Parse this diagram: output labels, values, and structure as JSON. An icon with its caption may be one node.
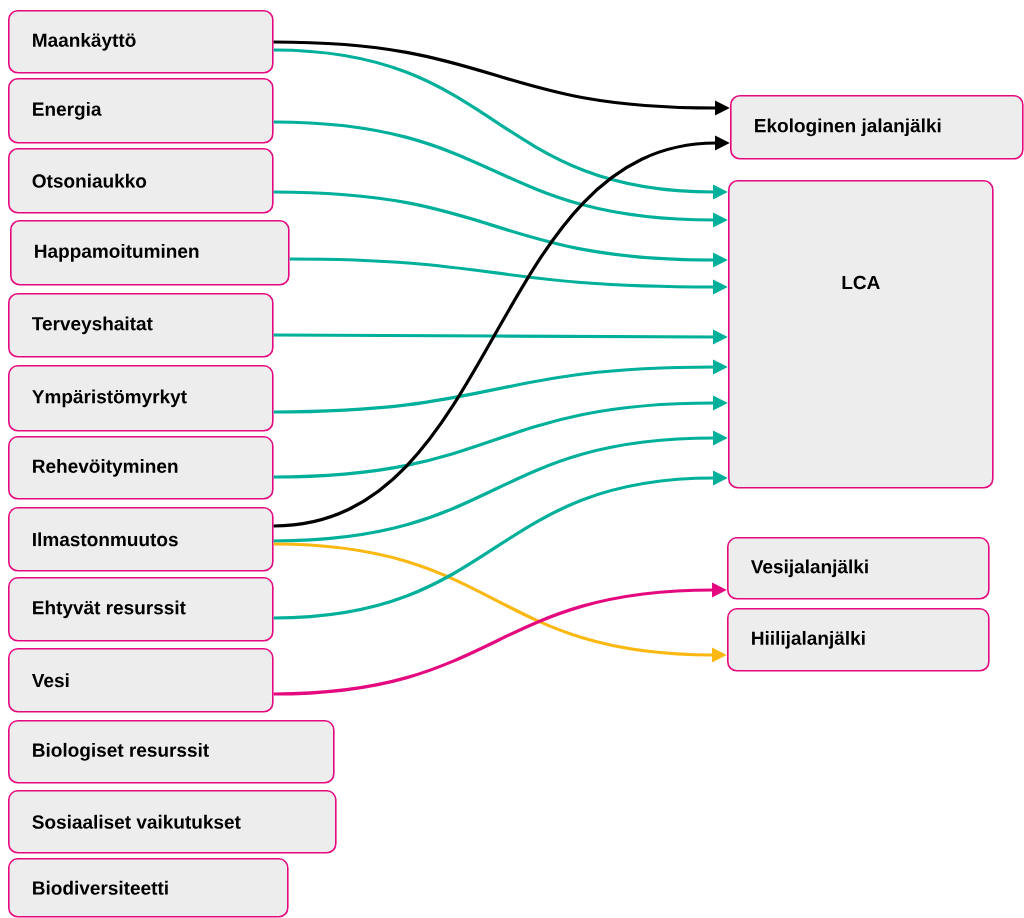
{
  "diagram": {
    "nodes": [
      {
        "text": [
          "Maankäyttö"
        ]
      },
      {
        "text": [
          "Energia"
        ]
      },
      {
        "text": [
          "Otsoniaukko"
        ]
      },
      {
        "text": [
          "Happamoituminen"
        ]
      },
      {
        "text": [
          "Terveyshaitat"
        ]
      },
      {
        "text": [
          "Ympäristömyrkyt"
        ]
      },
      {
        "text": [
          "Rehevöityminen"
        ]
      },
      {
        "text": [
          "Ilmastonmuutos"
        ]
      },
      {
        "text": [
          "Ehtyvät resurssit"
        ]
      },
      {
        "text": [
          "Vesi"
        ]
      },
      {
        "text": [
          "Biologiset resurssit"
        ]
      },
      {
        "text": [
          "Sosiaaliset vaikutukset"
        ]
      },
      {
        "text": [
          "Biodiversiteetti"
        ]
      },
      {
        "text": [
          "Ekologinen jalanjälki"
        ]
      },
      {
        "text": [
          "LCA"
        ]
      },
      {
        "text": [
          "Vesijalanjälki"
        ]
      },
      {
        "text": [
          "Hiilijalanjälki"
        ]
      }
    ],
    "edges": [
      {
        "from": 0,
        "to": 13,
        "arrow": "to",
        "color": "#000000"
      },
      {
        "from": 0,
        "to": 14,
        "arrow": "to"
      },
      {
        "from": 1,
        "to": 14,
        "arrow": "to"
      },
      {
        "from": 2,
        "to": 14,
        "arrow": "to"
      },
      {
        "from": 3,
        "to": 14,
        "arrow": "to"
      },
      {
        "from": 4,
        "to": 14,
        "arrow": "to"
      },
      {
        "from": 5,
        "to": 14,
        "arrow": "to"
      },
      {
        "from": 6,
        "to": 14,
        "arrow": "to"
      },
      {
        "from": 7,
        "to": 13,
        "arrow": "to",
        "color": "#000000"
      },
      {
        "from": 7,
        "to": 14,
        "arrow": "to"
      },
      {
        "from": 7,
        "to": 16,
        "arrow": "to",
        "color": "#fbb813"
      },
      {
        "from": 8,
        "to": 14,
        "arrow": "to"
      },
      {
        "from": 9,
        "to": 15,
        "arrow": "to",
        "color": "#e5097f"
      }
    ]
  }
}
